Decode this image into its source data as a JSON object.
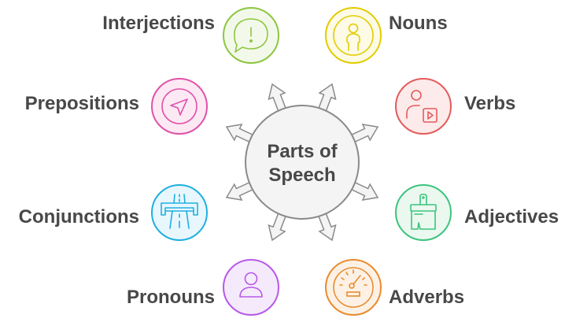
{
  "diagram": {
    "title": "Parts of Speech",
    "center": {
      "line1": "Parts of",
      "line2": "Speech",
      "fill": "#f4f4f4",
      "stroke": "#8a8a8a"
    },
    "nodes": [
      {
        "id": "interjections",
        "label": "Interjections",
        "icon": "speech-bubble-exclamation-icon",
        "stroke": "#8dc63f",
        "fill": "#f3f9ea"
      },
      {
        "id": "nouns",
        "label": "Nouns",
        "icon": "person-icon",
        "stroke": "#e3cc00",
        "fill": "#fdfbe6"
      },
      {
        "id": "prepositions",
        "label": "Prepositions",
        "icon": "navigation-arrow-icon",
        "stroke": "#e052a8",
        "fill": "#fce9f4"
      },
      {
        "id": "verbs",
        "label": "Verbs",
        "icon": "person-video-icon",
        "stroke": "#e35b5b",
        "fill": "#fdeaea"
      },
      {
        "id": "conjunctions",
        "label": "Conjunctions",
        "icon": "road-bridge-icon",
        "stroke": "#1fb0e0",
        "fill": "#e8f7fd"
      },
      {
        "id": "adjectives",
        "label": "Adjectives",
        "icon": "paintbrush-icon",
        "stroke": "#3cc47c",
        "fill": "#eaf8f0"
      },
      {
        "id": "pronouns",
        "label": "Pronouns",
        "icon": "user-icon",
        "stroke": "#b659e8",
        "fill": "#f5eafc"
      },
      {
        "id": "adverbs",
        "label": "Adverbs",
        "icon": "speedometer-icon",
        "stroke": "#e88c2e",
        "fill": "#fdf1e5"
      }
    ]
  }
}
